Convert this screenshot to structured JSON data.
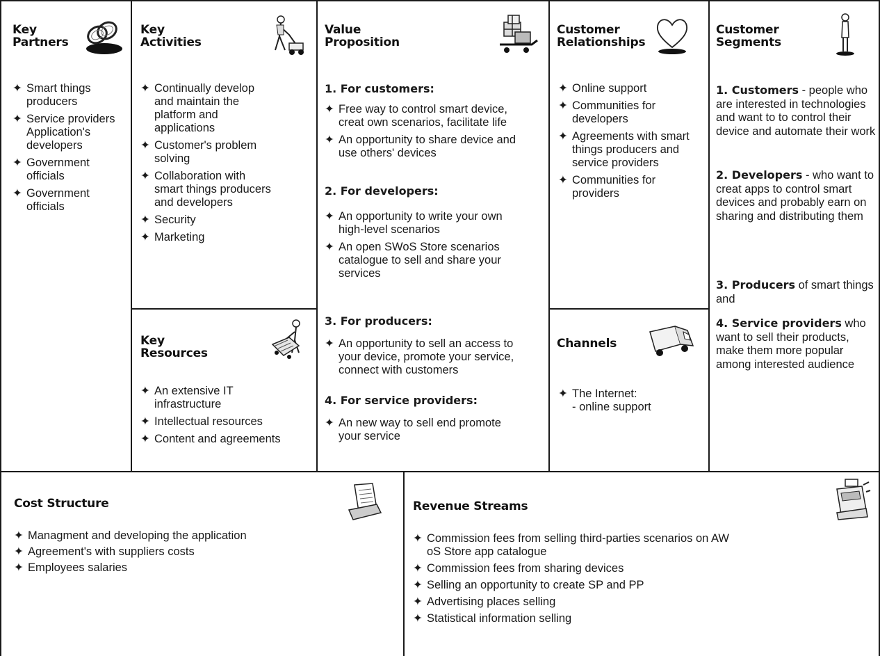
{
  "canvas": {
    "bullet": "✦"
  },
  "key_partners": {
    "title": "Key\nPartners",
    "items": [
      "Smart things\nproducers",
      "Service providers\nApplication's\ndevelopers",
      "Government\nofficials",
      "Government\nofficials"
    ]
  },
  "key_activities": {
    "title": "Key\nActivities",
    "items": [
      "Continually develop\nand maintain the\nplatform and\napplications",
      "Customer's problem\nsolving",
      "Collaboration with\nsmart things producers\nand developers",
      "Security",
      "Marketing"
    ]
  },
  "key_resources": {
    "title": "Key\nResources",
    "items": [
      "An extensive IT\ninfrastructure",
      "Intellectual resources",
      "Content and agreements"
    ]
  },
  "value_proposition": {
    "title": "Value\nProposition",
    "groups": [
      {
        "heading": "1. For customers:",
        "items": [
          "Free way to control smart device,\ncreat own scenarios, facilitate life",
          "An opportunity to share device and\nuse others' devices"
        ]
      },
      {
        "heading": "2. For developers:",
        "items": [
          "An opportunity to write your own\nhigh-level scenarios",
          "An open SWoS Store scenarios\ncatalogue to sell and share your\nservices"
        ]
      },
      {
        "heading": "3. For producers:",
        "items": [
          "An opportunity to sell an access to\nyour device, promote your service,\nconnect with customers"
        ]
      },
      {
        "heading": "4. For service providers:",
        "items": [
          "An new way to sell end promote\nyour service"
        ]
      }
    ]
  },
  "customer_relationships": {
    "title": "Customer\nRelationships",
    "items": [
      "Online support",
      "Communities for\ndevelopers",
      "Agreements with smart\nthings producers and\nservice providers",
      "Communities for\nproviders"
    ]
  },
  "channels": {
    "title": "Channels",
    "items": [
      "The Internet:\n- online support"
    ]
  },
  "customer_segments": {
    "title": "Customer\nSegments",
    "segments": [
      {
        "bold": "1. Customers",
        "text": " - people who are interested in technologies and want to to control their device and automate their work"
      },
      {
        "bold": "2. Developers",
        "text": " - who want to creat apps to control smart devices and probably earn on sharing and distributing them"
      },
      {
        "bold": "3. Producers",
        "text": " of smart things and"
      },
      {
        "bold": "4. Service providers",
        "text": " who want to sell their products, make them more popular among interested audience"
      }
    ]
  },
  "cost_structure": {
    "title": "Cost Structure",
    "items": [
      "Managment and developing the application",
      "Agreement's with suppliers costs",
      "Employees salaries"
    ]
  },
  "revenue_streams": {
    "title": "Revenue Streams",
    "items": [
      "Commission fees from selling third-parties scenarios on AW\noS Store app catalogue",
      "Commission fees from sharing devices",
      "Selling an opportunity to create SP and PP",
      "Advertising places selling",
      "Statistical information selling"
    ]
  },
  "icons": [
    "rings-icon",
    "worker-mowing-icon",
    "gift-cart-icon",
    "heart-icon",
    "standing-person-icon",
    "worker-machine-icon",
    "delivery-truck-icon",
    "receipt-printer-icon",
    "cash-register-icon"
  ]
}
